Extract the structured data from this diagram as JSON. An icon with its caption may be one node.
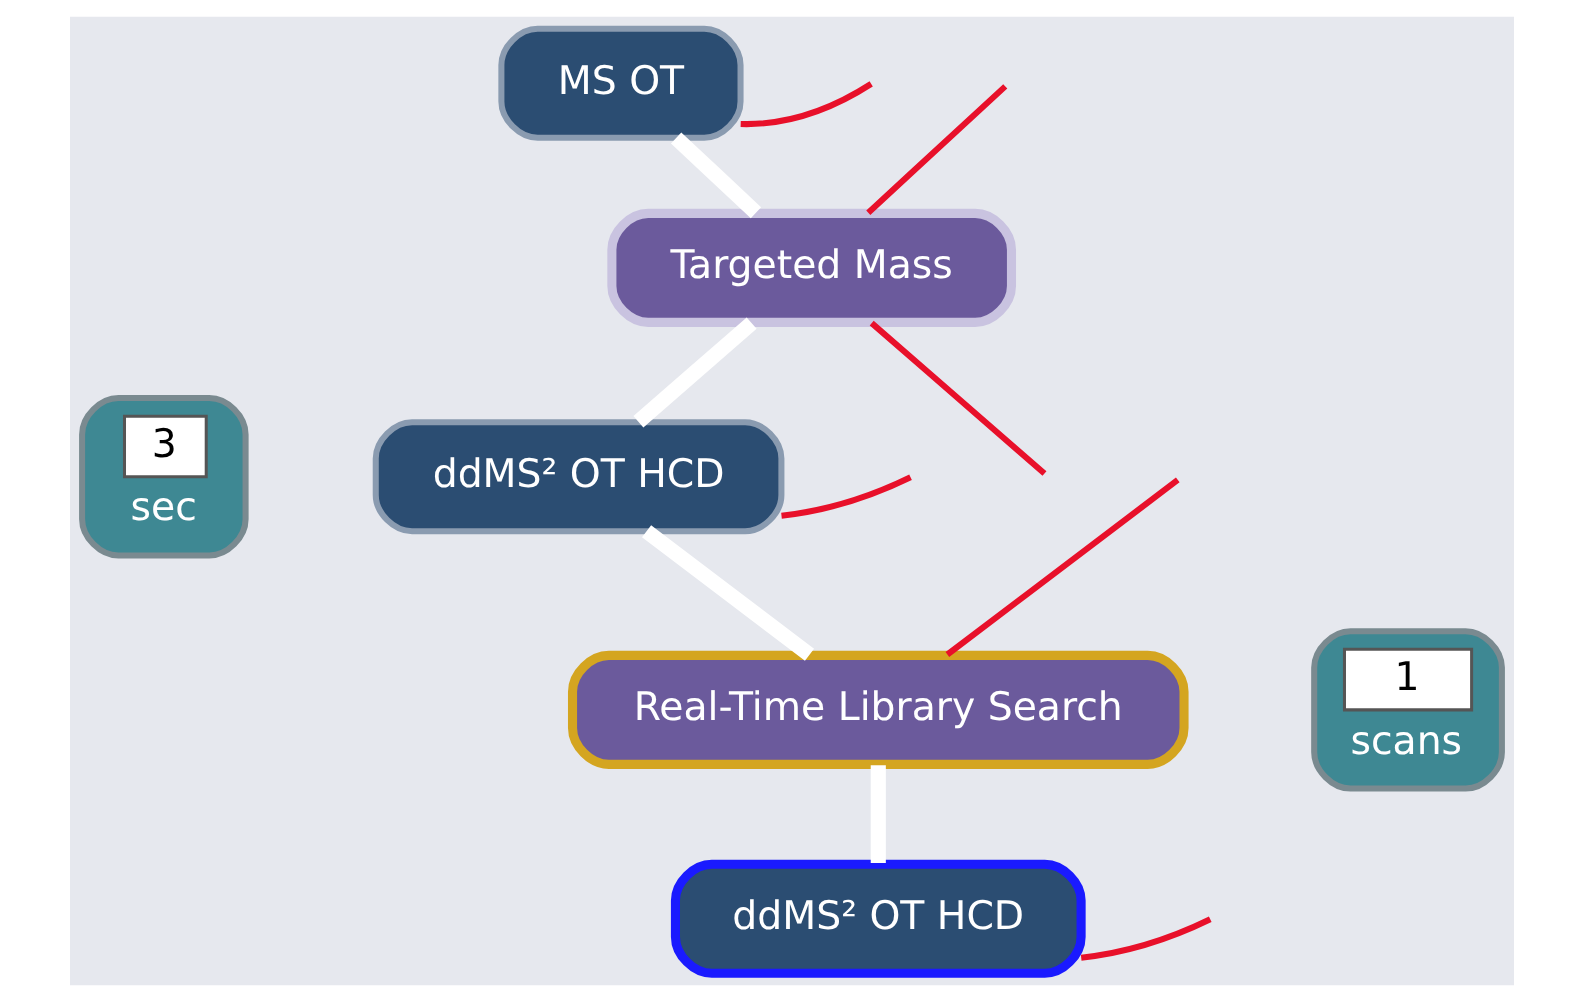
{
  "diagram": {
    "nodes": [
      {
        "text": [
          "MS OT"
        ]
      },
      {
        "text": [
          "Targeted Mass"
        ]
      },
      {
        "text": [
          "3",
          "sec"
        ]
      },
      {
        "text": [
          "ddMS² OT HCD"
        ]
      },
      {
        "text": [
          "Real-Time Library Search"
        ]
      },
      {
        "text": [
          "1",
          "scans"
        ]
      },
      {
        "text": [
          "ddMS² OT HCD"
        ]
      }
    ],
    "edges": [
      {
        "from": 0,
        "to": 1,
        "arrow": "none",
        "color": "#ffffff",
        "style": "thick"
      },
      {
        "from": 1,
        "to": 3,
        "arrow": "none",
        "color": "#ffffff",
        "style": "thick"
      },
      {
        "from": 3,
        "to": 4,
        "arrow": "none",
        "color": "#ffffff",
        "style": "thick"
      },
      {
        "from": 4,
        "to": 6,
        "arrow": "none",
        "color": "#ffffff",
        "style": "thick"
      },
      {
        "from": 0,
        "to": null,
        "arrow": "none"
      },
      {
        "from": 1,
        "to": null,
        "arrow": "none"
      },
      {
        "from": 1,
        "to": null,
        "arrow": "none"
      },
      {
        "from": 3,
        "to": null,
        "arrow": "none"
      },
      {
        "from": 4,
        "to": null,
        "arrow": "none"
      },
      {
        "from": 6,
        "to": null,
        "arrow": "none"
      }
    ]
  }
}
